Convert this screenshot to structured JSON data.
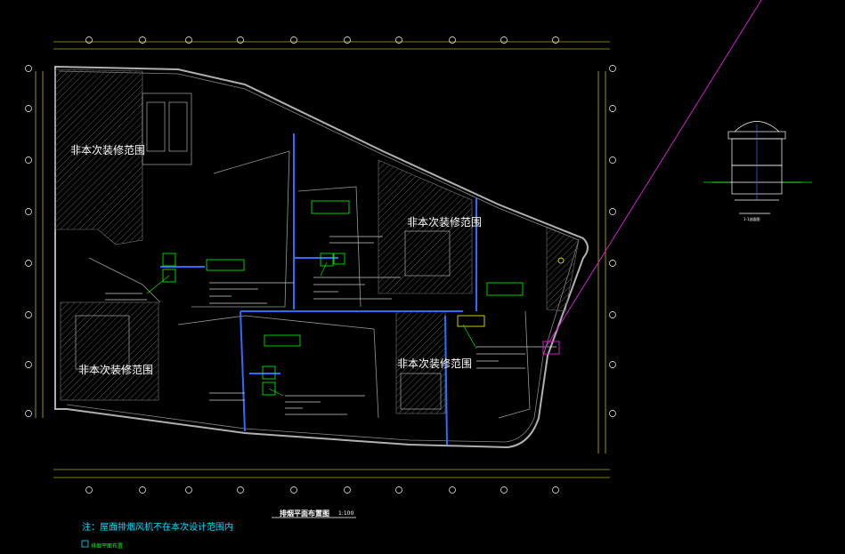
{
  "zones": {
    "label": "非本次装修范围"
  },
  "drawing": {
    "title": "排烟平面布置图",
    "scale": "1:100",
    "note": "注：屋面排烟风机不在本次设计范围内",
    "legend_item": "排烟平面布置"
  },
  "colors": {
    "background": "#000000",
    "boundary": "#b0b0b0",
    "duct_blue": "#2f6bff",
    "tag_green": "#00ff00",
    "leader_magenta": "#d020d0",
    "dim_yellow": "#ffff00",
    "hatch": "#6a6a6a"
  },
  "section": {
    "label": "1-1剖面图"
  }
}
